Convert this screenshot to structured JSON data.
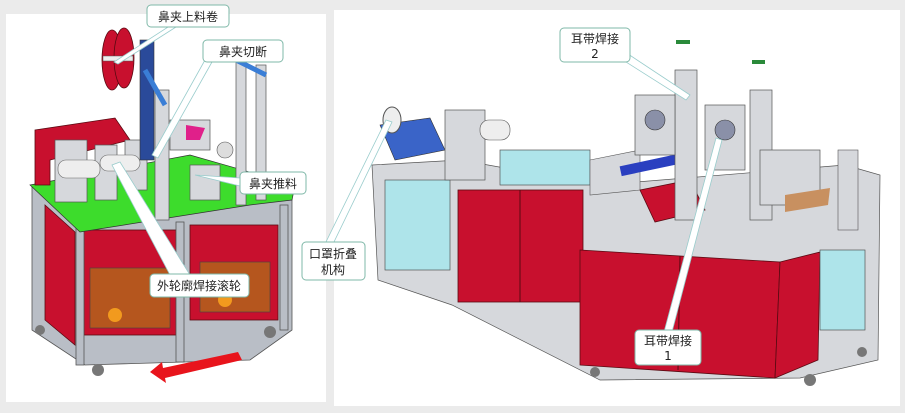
{
  "left_machine": {
    "callouts": {
      "nose_clip_feed_roll": "鼻夹上料卷",
      "nose_clip_cutting": "鼻夹切断",
      "nose_clip_pushing": "鼻夹推料",
      "outer_contour_welding_roller": "外轮廓焊接滚轮"
    },
    "arrow_color": "#e8141c"
  },
  "right_machine": {
    "callouts": {
      "mask_folding_line1": "口罩折叠",
      "mask_folding_line2": "机构",
      "ear_loop_welding_2_line1": "耳带焊接",
      "ear_loop_welding_2_line2": "2",
      "ear_loop_welding_1_line1": "耳带焊接",
      "ear_loop_welding_1_line2": "1"
    }
  },
  "colors": {
    "cabinet_red": "#c8102e",
    "table_green": "#3ddc2c",
    "panel_cyan": "#aee4ea",
    "plate_blue": "#3a64c8"
  }
}
